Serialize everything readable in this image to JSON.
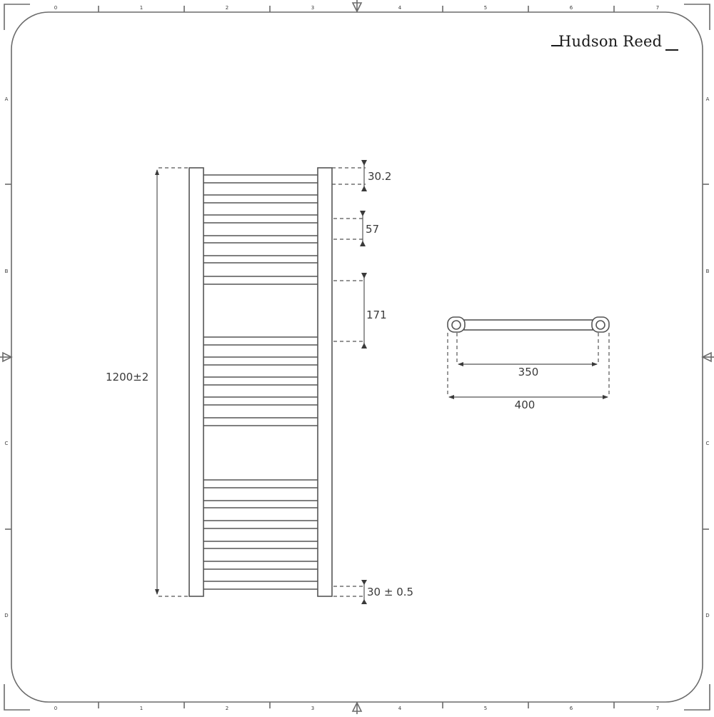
{
  "brand": {
    "name": "Hudson Reed"
  },
  "frame": {
    "top_ruler_labels": [
      "0",
      "1",
      "2",
      "3",
      "4",
      "5",
      "6",
      "7"
    ],
    "bottom_ruler_labels": [
      "0",
      "1",
      "2",
      "3",
      "4",
      "5",
      "6",
      "7"
    ],
    "left_ruler_labels": [
      "A",
      "B",
      "C",
      "D"
    ],
    "right_ruler_labels": [
      "A",
      "B",
      "C",
      "D"
    ]
  },
  "front_view": {
    "overall_height": "1200±2",
    "top_offset": "30.2",
    "bar_pitch": "57",
    "section_gap": "171",
    "bottom_offset": "30 ± 0.5"
  },
  "top_view": {
    "pipe_centres": "350",
    "overall_width": "400"
  },
  "colors": {
    "line": "#555555",
    "text": "#3a3a3a",
    "frame": "#6b6b6b"
  }
}
